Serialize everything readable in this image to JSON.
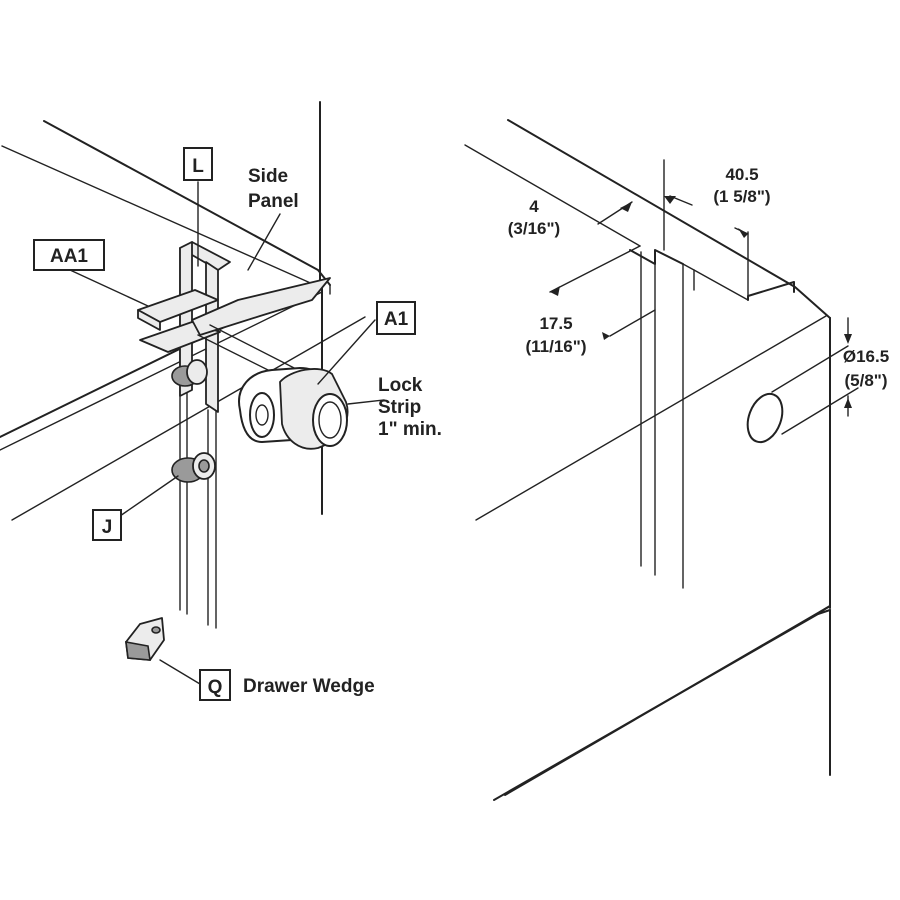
{
  "left_diagram": {
    "callouts": {
      "l": "L",
      "aa1": "AA1",
      "a1": "A1",
      "j": "J",
      "q": "Q"
    },
    "labels": {
      "side_panel_line1": "Side",
      "side_panel_line2": "Panel",
      "lock_strip_line1": "Lock",
      "lock_strip_line2": "Strip",
      "lock_strip_line3": "1\" min.",
      "drawer_wedge": "Drawer Wedge"
    }
  },
  "right_diagram": {
    "dimensions": {
      "d40_5": "40.5",
      "d40_5_in": "(1 5/8\")",
      "d4": "4",
      "d4_in": "(3/16\")",
      "d17_5": "17.5",
      "d17_5_in": "(11/16\")",
      "d16_5": "Ø16.5",
      "d16_5_in": "(5/8\")"
    }
  },
  "colors": {
    "line": "#222222",
    "part_fill": "#ececec",
    "background": "#ffffff"
  }
}
